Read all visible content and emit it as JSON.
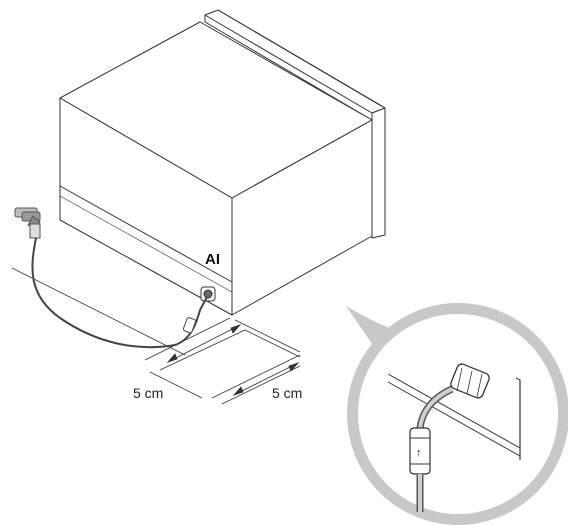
{
  "diagram": {
    "marker_label": "AI",
    "clearance_left": "5 cm",
    "clearance_right": "5 cm",
    "callout_arrow_symbol": "↑"
  },
  "colors": {
    "line": "#333333",
    "callout_ring": "#c8c8c8",
    "faucet": "#9a9a9a",
    "background": "#ffffff"
  }
}
